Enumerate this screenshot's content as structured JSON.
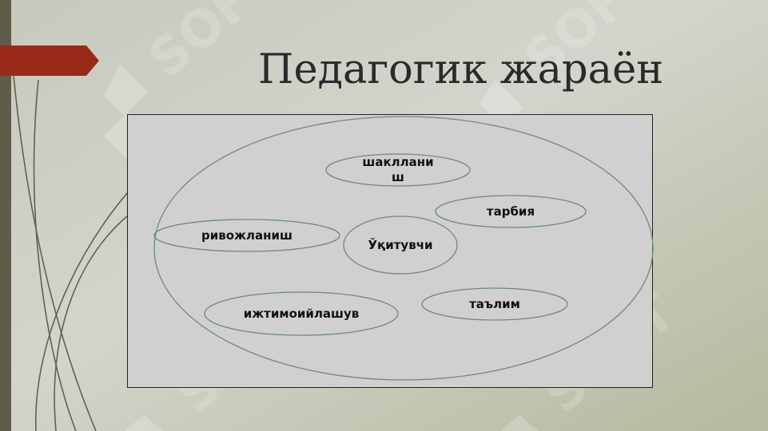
{
  "slide": {
    "title": "Педагогик жараён",
    "accent_color": "#9a2a18",
    "line_color": "#6b8a7e"
  },
  "diagram": {
    "center": "Ўқитувчи",
    "nodes": {
      "formation": "шаклланиш",
      "upbringing": "тарбия",
      "development": "ривожланиш",
      "socialization": "ижтимоийлашув",
      "education": "таълим"
    }
  }
}
